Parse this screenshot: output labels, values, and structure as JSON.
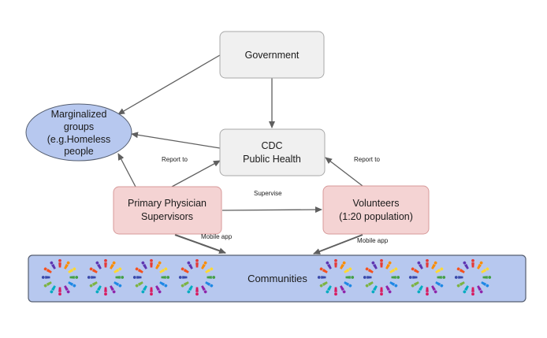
{
  "nodes": {
    "government": {
      "lines": [
        "Government"
      ]
    },
    "cdc": {
      "lines": [
        "CDC",
        "Public Health"
      ]
    },
    "marginalized": {
      "lines": [
        "Marginalized",
        "groups",
        "(e.g.Homeless",
        "people"
      ]
    },
    "physicians": {
      "lines": [
        "Primary Physician",
        "Supervisors"
      ]
    },
    "volunteers": {
      "lines": [
        "Volunteers",
        "(1:20 population)"
      ]
    },
    "communities": {
      "lines": [
        "Communities"
      ]
    }
  },
  "edge_labels": {
    "report_to_left": "Report to",
    "report_to_right": "Report to",
    "supervise": "Supervise",
    "mobile_app_left": "Mobile app",
    "mobile_app_right": "Mobile app"
  },
  "icons": {
    "community_people_ring": "people-circle-icon"
  },
  "colors": {
    "gray_box": "#f0f0f0",
    "gray_border": "#a9a9a9",
    "pink_box": "#f4d3d3",
    "pink_border": "#d79a9a",
    "blue_box": "#b7c8ef",
    "blue_border": "#555e70",
    "arrow": "#5f5f5f"
  }
}
